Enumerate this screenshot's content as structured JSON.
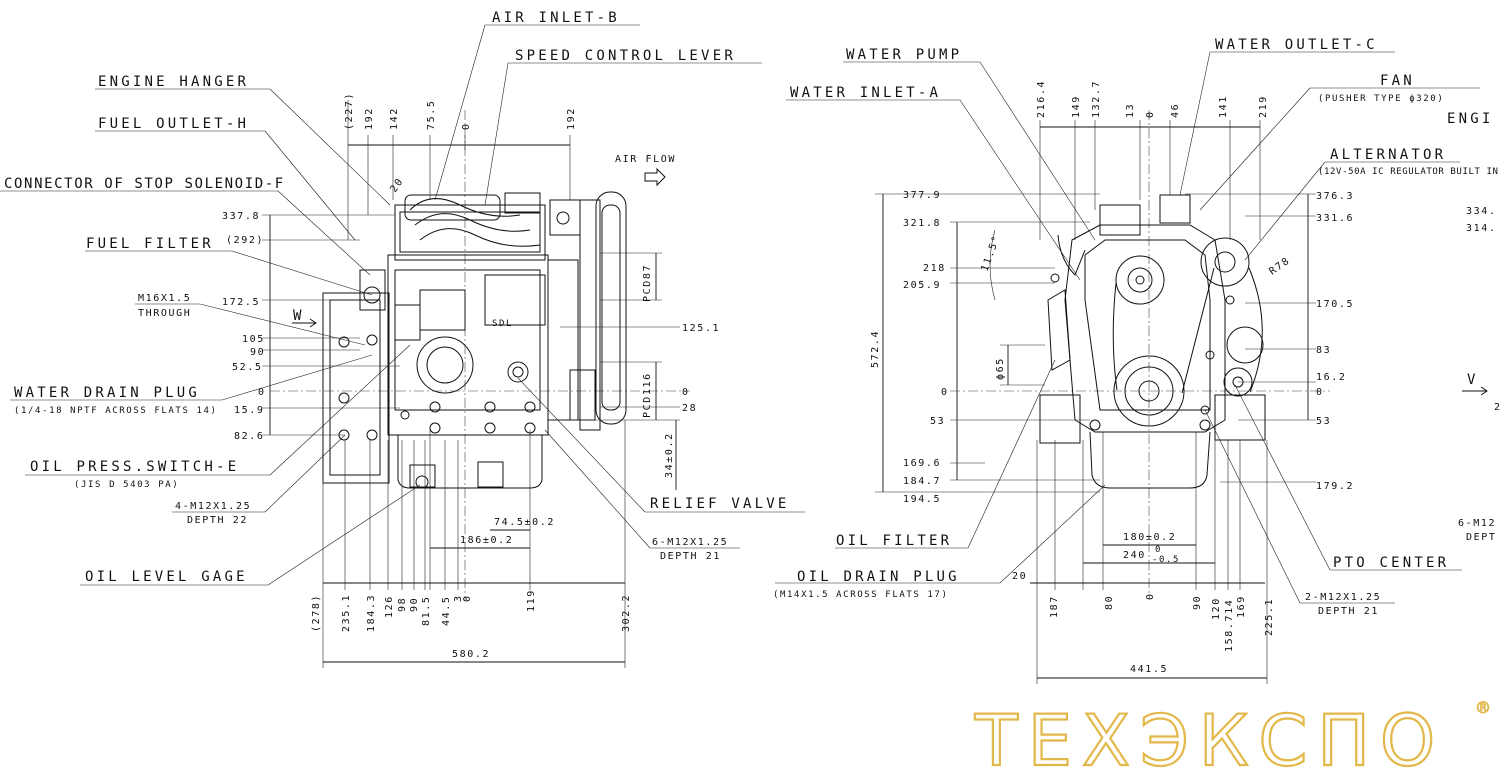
{
  "left_view": {
    "labels": {
      "air_inlet": "AIR INLET-B",
      "speed_control_lever": "SPEED CONTROL LEVER",
      "engine_hanger": "ENGINE HANGER",
      "fuel_outlet": "FUEL OUTLET-H",
      "stop_solenoid": "CONNECTOR OF STOP SOLENOID-F",
      "fuel_filter": "FUEL FILTER",
      "fuel_filter_dim": "(292)",
      "m16": "M16X1.5",
      "m16_sub": "THROUGH",
      "air_flow": "AIR FLOW",
      "w_marker": "W",
      "water_drain": "WATER DRAIN PLUG",
      "water_drain_sub": "(1/4-18 NPTF ACROSS FLATS 14)",
      "oil_press": "OIL PRESS.SWITCH-E",
      "oil_press_sub": "(JIS D 5403 PA)",
      "m12_4": "4-M12X1.25",
      "m12_4_sub": "DEPTH 22",
      "oil_level": "OIL LEVEL GAGE",
      "relief_valve": "RELIEF VALVE",
      "m12_6": "6-M12X1.25",
      "m12_6_sub": "DEPTH 21",
      "pcd87": "PCD87",
      "pcd116": "PCD116",
      "angle20": "20",
      "sdl": "SDL"
    },
    "top_dims": [
      "(227)",
      "192",
      "142",
      "75.5",
      "0",
      "192"
    ],
    "left_dims": [
      "337.8",
      "172.5",
      "105",
      "90",
      "52.5",
      "0",
      "15.9",
      "82.6"
    ],
    "right_dims": [
      "125.1",
      "0",
      "28",
      "34±0.2"
    ],
    "mid_dims": [
      "74.5±0.2",
      "186±0.2"
    ],
    "bottom_dims": [
      "(278)",
      "235.1",
      "184.3",
      "126",
      "98",
      "90",
      "81.5",
      "44.5",
      "3",
      "0",
      "119",
      "302.2"
    ],
    "overall": "580.2"
  },
  "right_view": {
    "labels": {
      "water_pump": "WATER PUMP",
      "water_inlet": "WATER INLET-A",
      "water_outlet": "WATER OUTLET-C",
      "fan": "FAN",
      "fan_sub": "(PUSHER TYPE ϕ320)",
      "engine_cut": "ENGI",
      "alternator": "ALTERNATOR",
      "alternator_sub": "(12V-50A IC REGULATOR BUILT IN)",
      "r78": "R78",
      "angle": "11.5°",
      "phi65": "ϕ65",
      "oil_filter": "OIL FILTER",
      "oil_drain": "OIL DRAIN PLUG",
      "oil_drain_sub": "(M14X1.5 ACROSS FLATS 17)",
      "pto_center": "PTO CENTER",
      "m12_2": "2-M12X1.25",
      "m12_2_sub": "DEPTH 21",
      "v_marker": "V",
      "cut_334": "334.",
      "cut_314": "314.",
      "cut_2": "2",
      "cut_6m12": "6-M12",
      "cut_dept": "DEPT",
      "h572": "572.4"
    },
    "top_dims": [
      "216.4",
      "149",
      "132.7",
      "13",
      "0",
      "46",
      "141",
      "219"
    ],
    "left_dims": [
      "377.9",
      "321.8",
      "218",
      "205.9",
      "0",
      "53",
      "169.6",
      "184.7",
      "194.5"
    ],
    "right_dims": [
      "376.3",
      "331.6",
      "170.5",
      "83",
      "16.2",
      "0",
      "53",
      "179.2"
    ],
    "mid_dims": [
      "180±0.2",
      "240",
      "0",
      "-0.5"
    ],
    "bottom_dims": [
      "20",
      "187",
      "80",
      "0",
      "90",
      "120",
      "158.714",
      "169",
      "225.1"
    ],
    "overall": "441.5"
  },
  "watermark": {
    "text": "ТЕХЭКСПО",
    "reg": "®",
    "color": "#e2b84a"
  }
}
